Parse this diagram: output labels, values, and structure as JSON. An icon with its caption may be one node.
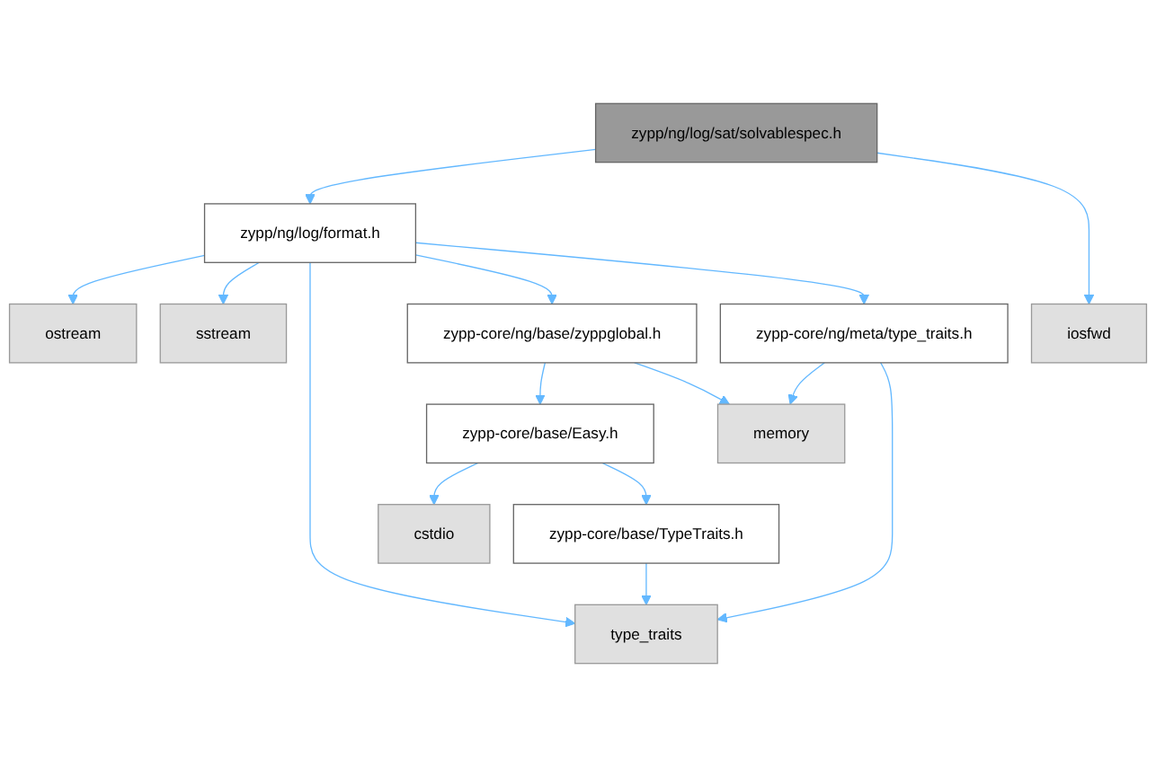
{
  "diagram": {
    "nodes": [
      {
        "text": [
          "zypp/ng/log/sat/solvablespec.h"
        ]
      },
      {
        "text": [
          "zypp/ng/log/format.h"
        ]
      },
      {
        "text": [
          "iosfwd"
        ]
      },
      {
        "text": [
          "ostream"
        ]
      },
      {
        "text": [
          "sstream"
        ]
      },
      {
        "text": [
          "zypp-core/ng/base/zyppglobal.h"
        ]
      },
      {
        "text": [
          "zypp-core/ng/meta/type_traits.h"
        ]
      },
      {
        "text": [
          "memory"
        ]
      },
      {
        "text": [
          "zypp-core/base/Easy.h"
        ]
      },
      {
        "text": [
          "cstdio"
        ]
      },
      {
        "text": [
          "zypp-core/base/TypeTraits.h"
        ]
      },
      {
        "text": [
          "type_traits"
        ]
      }
    ],
    "edges": [
      {
        "from": 0,
        "to": 1,
        "arrow": "to"
      },
      {
        "from": 0,
        "to": 2,
        "arrow": "to"
      },
      {
        "from": 1,
        "to": 3,
        "arrow": "to"
      },
      {
        "from": 1,
        "to": 4,
        "arrow": "to"
      },
      {
        "from": 1,
        "to": 11,
        "arrow": "to"
      },
      {
        "from": 1,
        "to": 5,
        "arrow": "to"
      },
      {
        "from": 1,
        "to": 6,
        "arrow": "to"
      },
      {
        "from": 5,
        "to": 8,
        "arrow": "to"
      },
      {
        "from": 5,
        "to": 7,
        "arrow": "to"
      },
      {
        "from": 6,
        "to": 7,
        "arrow": "to"
      },
      {
        "from": 6,
        "to": 11,
        "arrow": "to"
      },
      {
        "from": 8,
        "to": 9,
        "arrow": "to"
      },
      {
        "from": 8,
        "to": 10,
        "arrow": "to"
      },
      {
        "from": 10,
        "to": 11,
        "arrow": "to"
      }
    ]
  }
}
